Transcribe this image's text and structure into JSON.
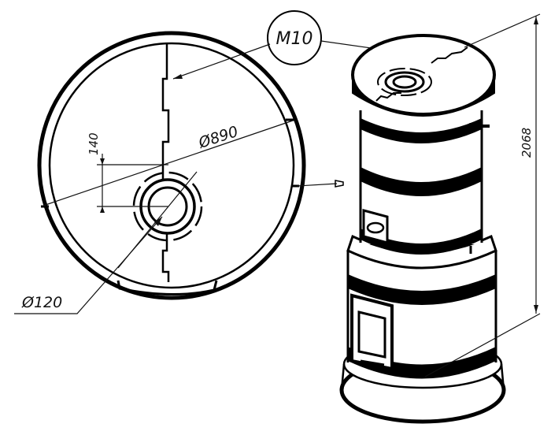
{
  "labels": {
    "thread": "M10",
    "diameter_outer": "Ø890",
    "diameter_flue": "Ø120",
    "offset": "140",
    "height": "2068"
  },
  "colors": {
    "ink": "#000000",
    "paper": "#ffffff",
    "shade": "#e6e6e6"
  }
}
